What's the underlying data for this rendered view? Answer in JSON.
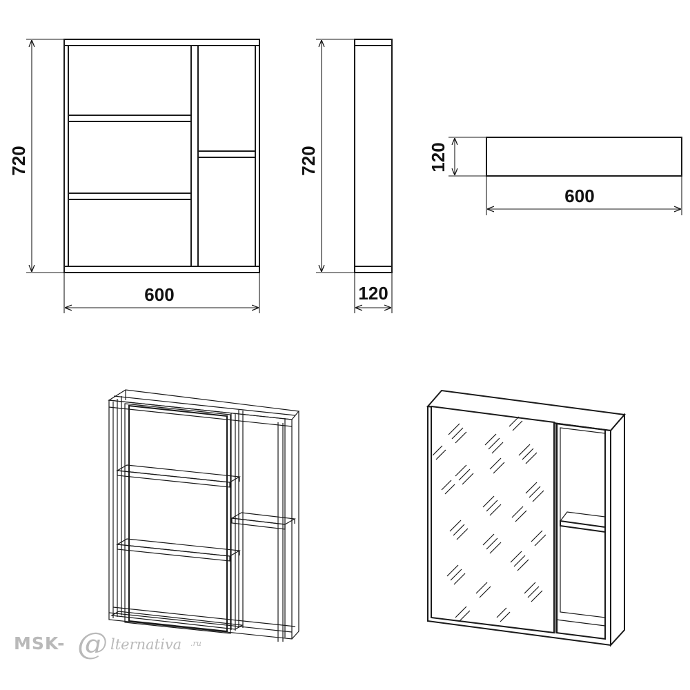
{
  "front_view": {
    "height_label": "720",
    "width_label": "600"
  },
  "side_view": {
    "height_label": "720",
    "depth_label": "120"
  },
  "top_view": {
    "depth_label": "120",
    "width_label": "600"
  },
  "watermark": {
    "prefix": "MSK-",
    "at": "@",
    "suffix": "lternativa",
    "domain": ".ru"
  }
}
